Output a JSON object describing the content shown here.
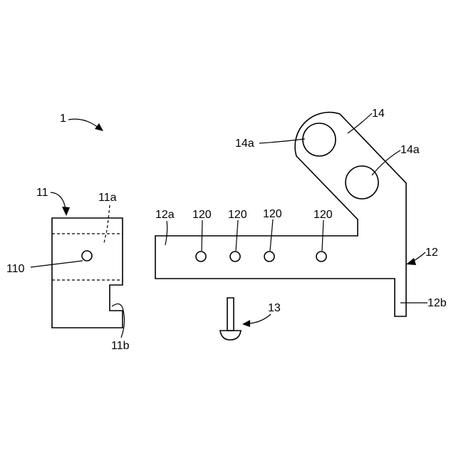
{
  "labels": {
    "assembly": "1",
    "block": "11",
    "block_groove": "11a",
    "block_notch": "11b",
    "block_hole": "110",
    "plate": "12",
    "plate_flange": "12a",
    "plate_leg": "12b",
    "plate_holes": [
      "120",
      "120",
      "120",
      "120"
    ],
    "screw": "13",
    "bracket": "14",
    "bracket_hole_upper": "14a",
    "bracket_hole_lower": "14a"
  },
  "colors": {
    "line": "#000000",
    "background": "#ffffff"
  }
}
